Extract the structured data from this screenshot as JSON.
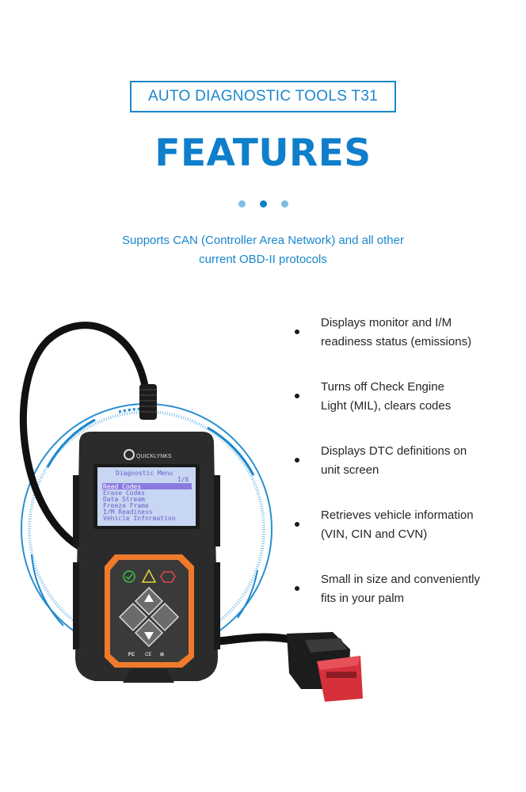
{
  "header": {
    "product_label": "AUTO DIAGNOSTIC TOOLS T31",
    "headline": "FEATURES",
    "pager": {
      "count": 3,
      "active_index": 1
    },
    "subtitle_line1": "Supports CAN (Controller Area Network) and all other",
    "subtitle_line2": "current OBD-II protocols"
  },
  "features": [
    {
      "line1": "Displays monitor and I/M",
      "line2": "readiness status (emissions)"
    },
    {
      "line1": "Turns off Check Engine",
      "line2": "Light (MIL), clears codes"
    },
    {
      "line1": "Displays DTC definitions on",
      "line2": "unit screen"
    },
    {
      "line1": "Retrieves vehicle information",
      "line2": "(VIN, CIN and CVN)"
    },
    {
      "line1": "Small in size and conveniently",
      "line2": "fits in your palm"
    }
  ],
  "device": {
    "brand": "QUICKLYNKS",
    "screen": {
      "title": "Diagnostic Menu",
      "page": "1/6",
      "items": [
        "Read Codes",
        "Erase Codes",
        "Data Stream",
        "Freeze Frame",
        "I/M Readiness",
        "Vehicle Information"
      ],
      "selected_index": 0
    },
    "indicators": [
      "check-icon",
      "warning-icon",
      "error-icon"
    ],
    "buttons": [
      "up-button",
      "back-button",
      "enter-button",
      "down-button"
    ],
    "certifications": [
      "FC",
      "CE",
      "WEEE"
    ]
  },
  "colors": {
    "accent": "#1a87cc",
    "headline": "#0f7ecb",
    "device_body": "#2b2b2b",
    "keypad_frame": "#f07a2c",
    "connector": "#d6303b",
    "screen_bg": "#c7d6f2",
    "screen_text": "#6a5fc9"
  }
}
